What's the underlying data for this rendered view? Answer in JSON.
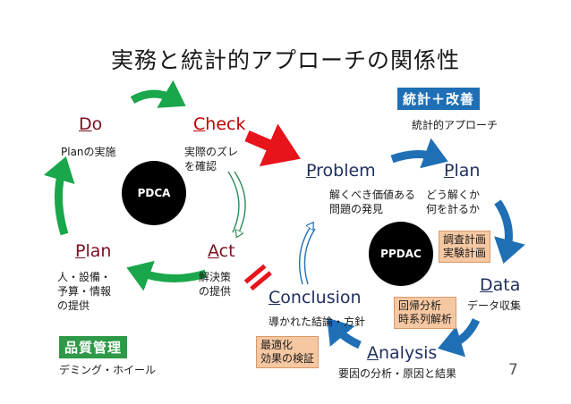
{
  "title": "実務と統計的アプローチの関係性",
  "pdca": {
    "center": "PDCA",
    "do": {
      "first": "D",
      "rest": "o",
      "note": "Planの実施"
    },
    "check": {
      "first": "C",
      "rest": "heck",
      "note1": "実際のズレ",
      "note2": "を確認"
    },
    "plan": {
      "first": "P",
      "rest": "lan",
      "note1": "人・設備・",
      "note2": "予算・情報",
      "note3": "の提供"
    },
    "act": {
      "first": "A",
      "rest": "ct",
      "note1": "解決策",
      "note2": "の提供"
    },
    "badge": "品質管理",
    "caption": "デミング・ホイール"
  },
  "ppdac": {
    "center": "PPDAC",
    "badge": "統計＋改善",
    "caption": "統計的アプローチ",
    "problem": {
      "first": "P",
      "rest": "roblem",
      "note1": "解くべき価値ある",
      "note2": "問題の発見"
    },
    "plan": {
      "first": "P",
      "rest": "lan",
      "note1": "どう解くか",
      "note2": "何を計るか"
    },
    "data": {
      "first": "D",
      "rest": "ata",
      "note": "データ収集"
    },
    "analysis": {
      "first": "A",
      "rest": "nalysis",
      "note": "要因の分析・原因と結果"
    },
    "conclusion": {
      "first": "C",
      "rest": "onclusion",
      "note": "導かれた結論・方針"
    },
    "box_design": {
      "line1": "調査計画",
      "line2": "実験計画"
    },
    "box_analysis": {
      "line1": "回帰分析",
      "line2": "時系列解析"
    },
    "box_optimize": {
      "line1": "最適化",
      "line2": "効果の検証"
    }
  },
  "equals_sign": "=",
  "page_number": "7",
  "colors": {
    "green": "#1aa64a",
    "blue": "#1f6fb5",
    "red": "#e8141c",
    "orange_box": "#f6c8a2"
  }
}
